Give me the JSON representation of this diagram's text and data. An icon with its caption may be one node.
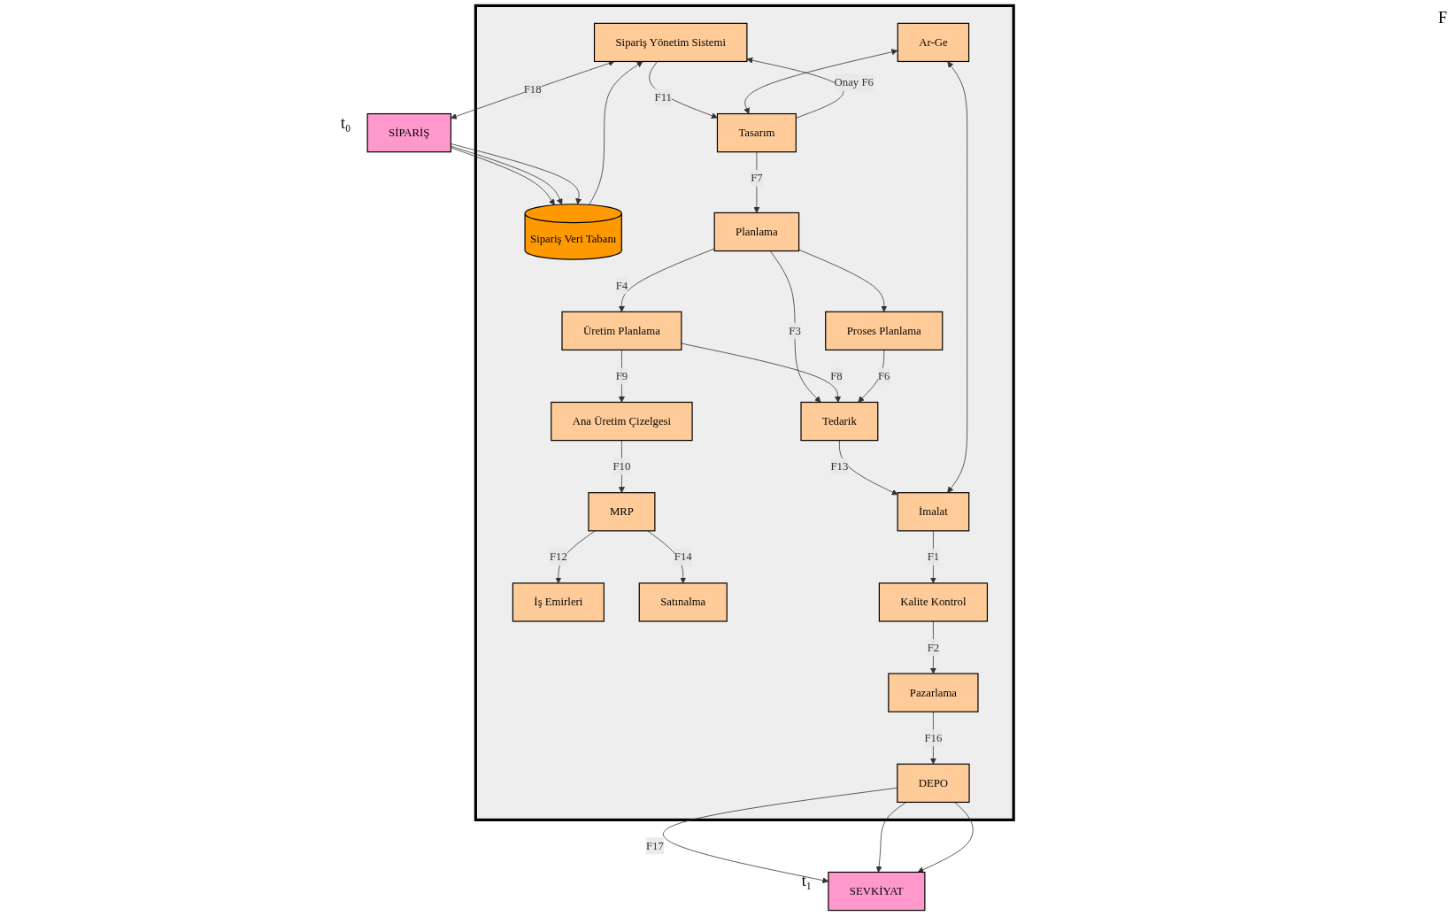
{
  "diagram": {
    "nodes": [
      {
        "text": [],
        "shape": "box"
      },
      {
        "text": [
          "SİPARİŞ"
        ],
        "beside": [
          "t₀"
        ]
      },
      {
        "text": [
          "SEVKİYAT"
        ],
        "beside": [
          "t₁"
        ]
      },
      {
        "text": [
          "Sipariş Yönetim Sistemi"
        ],
        "in": 0
      },
      {
        "text": [
          "İş Emirleri"
        ],
        "in": 0
      },
      {
        "text": [
          "Satınalma"
        ],
        "in": 0
      },
      {
        "text": [
          "Sipariş Veri Tabanı"
        ],
        "in": 0
      },
      {
        "text": [
          "Tasarım"
        ],
        "in": 0
      },
      {
        "text": [
          "MRP"
        ],
        "in": 0
      },
      {
        "text": [
          "DEPO"
        ],
        "in": 0
      },
      {
        "text": [
          "Üretim Planlama"
        ],
        "in": 0
      },
      {
        "text": [
          "Ana Üretim Çizelgesi"
        ],
        "in": 0
      },
      {
        "text": [
          "Planlama"
        ],
        "in": 0
      },
      {
        "text": [
          "Proses Planlama"
        ],
        "in": 0
      },
      {
        "text": [
          "Tedarik"
        ],
        "in": 0
      },
      {
        "text": [
          "Ar-Ge"
        ],
        "in": 0
      },
      {
        "text": [
          "İmalat"
        ],
        "in": 0
      },
      {
        "text": [
          "Kalite Kontrol"
        ],
        "in": 0
      },
      {
        "text": [
          "Pazarlama"
        ],
        "in": 0
      }
    ],
    "edges": [
      {
        "from": 3,
        "to": 1,
        "arrow": "both",
        "label": "F18"
      },
      {
        "from": 1,
        "to": 6,
        "arrow": "to"
      },
      {
        "from": 1,
        "to": 6,
        "arrow": "to"
      },
      {
        "from": 1,
        "to": 6,
        "arrow": "to"
      },
      {
        "from": 6,
        "to": 3,
        "arrow": "to"
      },
      {
        "from": 3,
        "to": 7,
        "arrow": "to",
        "label": "F11"
      },
      {
        "from": 7,
        "to": 3,
        "arrow": "to",
        "label": "Onay F6"
      },
      {
        "from": 7,
        "to": 12,
        "arrow": "to",
        "label": "F7"
      },
      {
        "from": 12,
        "to": 10,
        "arrow": "to",
        "label": "F4"
      },
      {
        "from": 12,
        "to": 13,
        "arrow": "to"
      },
      {
        "from": 12,
        "to": 14,
        "arrow": "to",
        "label": "F3"
      },
      {
        "from": 10,
        "to": 14,
        "arrow": "to",
        "label": "F8"
      },
      {
        "from": 13,
        "to": 14,
        "arrow": "to",
        "label": "F6"
      },
      {
        "from": 10,
        "to": 11,
        "arrow": "to",
        "label": "F9"
      },
      {
        "from": 11,
        "to": 8,
        "arrow": "to",
        "label": "F10"
      },
      {
        "from": 8,
        "to": 4,
        "arrow": "to",
        "label": "F12"
      },
      {
        "from": 8,
        "to": 5,
        "arrow": "to",
        "label": "F14"
      },
      {
        "from": 14,
        "to": 16,
        "arrow": "to",
        "label": "F13"
      },
      {
        "from": 15,
        "to": 7,
        "arrow": "both"
      },
      {
        "from": 15,
        "to": 16,
        "arrow": "both"
      },
      {
        "from": 16,
        "to": 17,
        "arrow": "to",
        "label": "F1"
      },
      {
        "from": 17,
        "to": 18,
        "arrow": "to",
        "label": "F2"
      },
      {
        "from": 18,
        "to": 9,
        "arrow": "to",
        "label": "F16"
      },
      {
        "from": 9,
        "to": 2,
        "arrow": "to",
        "label": "F17"
      },
      {
        "from": 9,
        "to": 2,
        "arrow": "to"
      },
      {
        "from": 9,
        "to": 2,
        "arrow": "to"
      }
    ],
    "labels": [
      "F"
    ]
  }
}
